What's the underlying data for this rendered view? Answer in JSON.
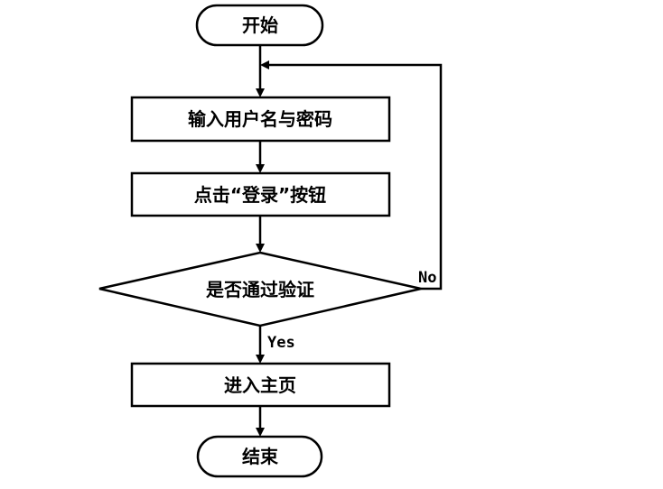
{
  "flowchart": {
    "start": {
      "label": "开始",
      "shape": "terminator"
    },
    "input_credentials": {
      "label": "输入用户名与密码",
      "shape": "process"
    },
    "click_login": {
      "label": "点击“登录”按钮",
      "shape": "process"
    },
    "verify": {
      "label": "是否通过验证",
      "shape": "decision"
    },
    "enter_home": {
      "label": "进入主页",
      "shape": "process"
    },
    "end": {
      "label": "结束",
      "shape": "terminator"
    },
    "edge_no_label": "No",
    "edge_yes_label": "Yes"
  }
}
